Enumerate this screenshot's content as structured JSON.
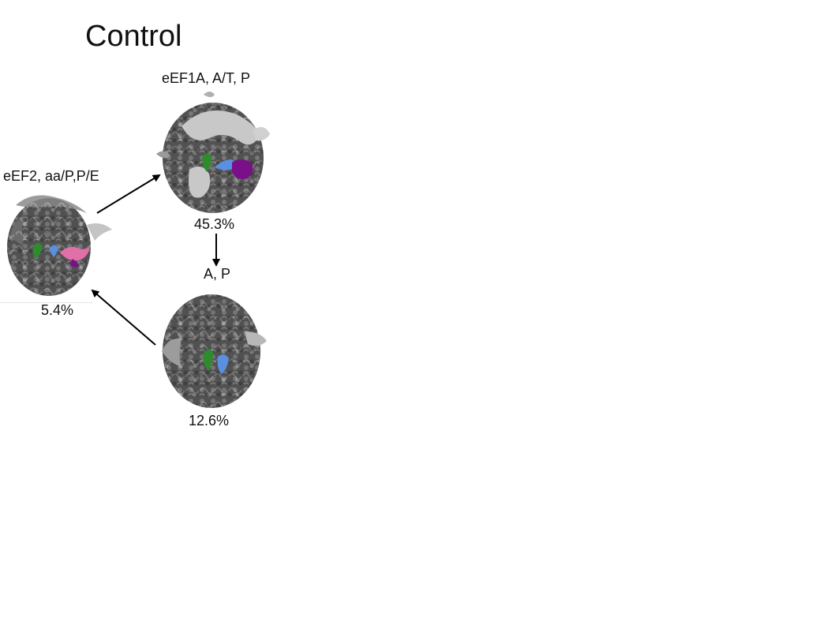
{
  "title": "Control",
  "states": [
    {
      "id": "eef2",
      "label": "eEF2, aa/P,P/E",
      "percent": "5.4%"
    },
    {
      "id": "eef1a",
      "label": "eEF1A, A/T, P",
      "percent": "45.3%"
    },
    {
      "id": "ap",
      "label": "A, P",
      "percent": "12.6%"
    }
  ],
  "colors": {
    "ribosome_dark": "#4d4d4d",
    "ribosome_mid": "#7a7a7a",
    "ribosome_light": "#bdbdbd",
    "p_site": "#2e8b2e",
    "a_site": "#5b8fe0",
    "eef1a": "#7a0f8a",
    "eef2": "#e070a8"
  },
  "icons": [
    "ribosome-map",
    "arrow"
  ]
}
